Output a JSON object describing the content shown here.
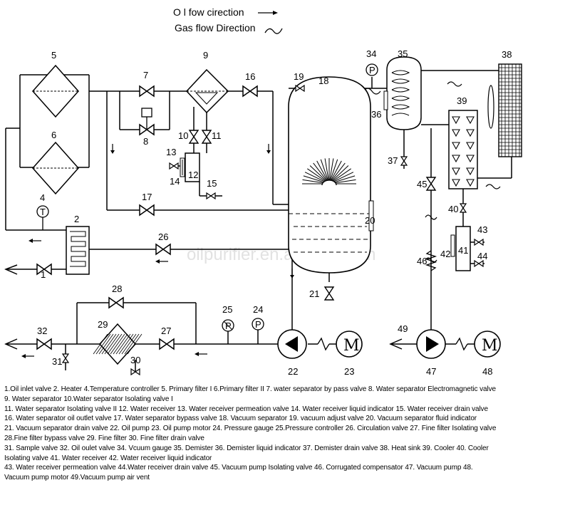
{
  "legend": {
    "oil_flow": "O l fow cirection",
    "gas_flow": "Gas flow  Direction"
  },
  "watermark": "oilpurifier.en.alibaba.com",
  "motor_symbol": "M",
  "component_numbers": {
    "n1": "1",
    "n2": "2",
    "n4": "4",
    "n5": "5",
    "n6": "6",
    "n7": "7",
    "n8": "8",
    "n9": "9",
    "n10": "10",
    "n11": "11",
    "n12": "12",
    "n13": "13",
    "n14": "14",
    "n15": "15",
    "n16": "16",
    "n17": "17",
    "n18": "18",
    "n19": "19",
    "n20": "20",
    "n21": "21",
    "n22": "22",
    "n23": "23",
    "n24": "24",
    "n25": "25",
    "n26": "26",
    "n27": "27",
    "n28": "28",
    "n29": "29",
    "n30": "30",
    "n31": "31",
    "n32": "32",
    "n34": "34",
    "n35": "35",
    "n36": "36",
    "n37": "37",
    "n38": "38",
    "n39": "39",
    "n40": "40",
    "n41": "41",
    "n42": "42",
    "n43": "43",
    "n44": "44",
    "n45": "45",
    "n46": "46",
    "n47": "47",
    "n48": "48",
    "n49": "49"
  },
  "gauge_letters": {
    "pressure": "P",
    "temperature": "T"
  },
  "caption_lines": [
    "1.Oil inlet valve 2. Heater  4.Temperature controller 5. Primary filter I  6.Primary filter II 7. water separator by pass valve 8. Water separator Electromagnetic valve",
    "9. Water separator 10.Water separator Isolating valve I",
    "11. Water separator Isolating valve II  12. Water receiver  13. Water receiver permeation valve 14. Water receiver liquid indicator  15. Water receiver drain valve",
    "16. Water separator oil outlet valve 17. Water separator bypass valve 18. Vacuum separator 19. vacuum adjust valve 20. Vacuum separator fluid indicator",
    "21. Vacuum separator drain valve 22. Oil pump 23. Oil pump motor 24. Pressure gauge 25.Pressure controller 26. Circulation valve  27. Fine filter Isolating valve",
    "28.Fine filter bypass valve 29. Fine filter 30. Fine filter drain valve",
    "31. Sample valve 32. Oil oulet valve 34. Vcuum gauge 35. Demister 36. Demister liquid indicator  37. Demister drain valve 38. Heat sink  39. Cooler 40. Cooler",
    "Isolating valve 41. Water receiver 42. Water receiver liquid indicator",
    " 43. Water receiver permeation valve 44.Water receiver drain valve 45. Vacuum pump Isolating valve  46. Corrugated compensator  47. Vacuum pump  48.",
    "Vacuum pump motor  49.Vacuum pump air vent"
  ]
}
